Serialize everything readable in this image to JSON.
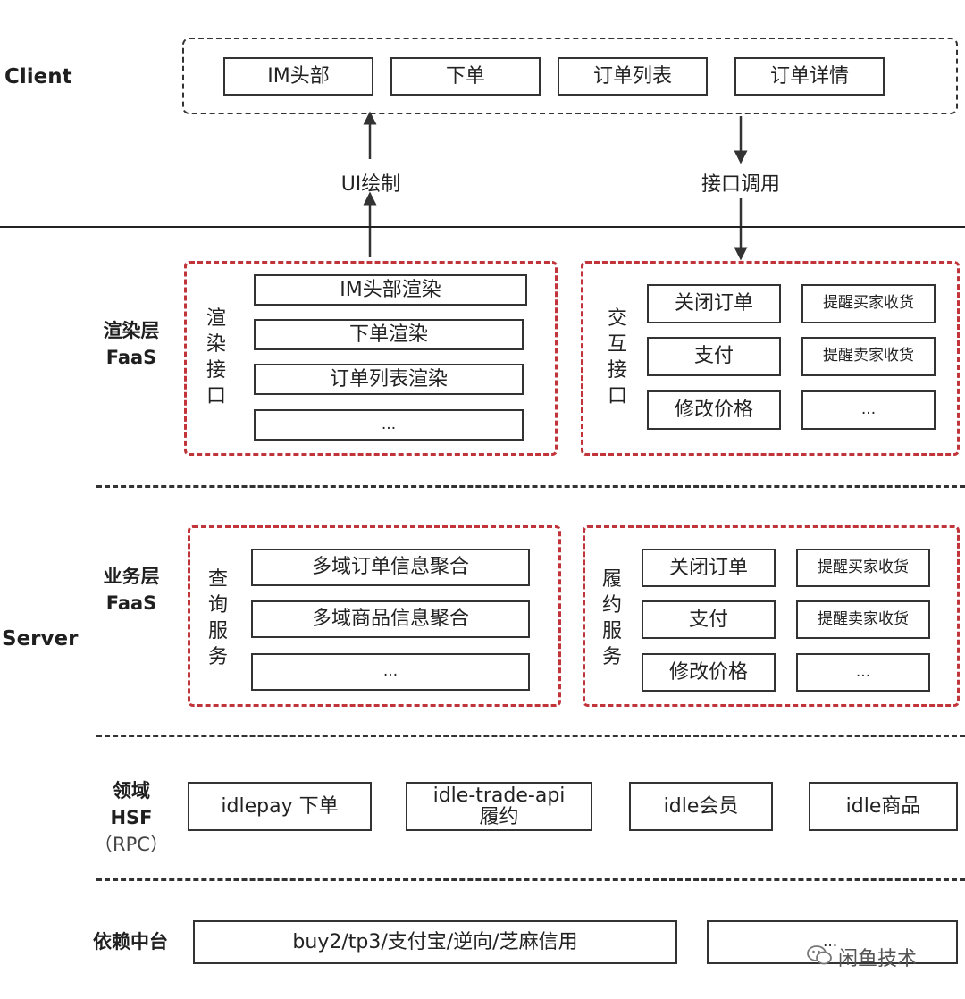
{
  "client": {
    "label": "Client",
    "items": [
      "IM头部",
      "下单",
      "订单列表",
      "订单详情"
    ]
  },
  "arrows": {
    "ui_draw": "UI绘制",
    "api_call": "接口调用"
  },
  "server_label": "Server",
  "render_layer": {
    "label": [
      "渲染层",
      "FaaS"
    ],
    "left": {
      "title_chars": [
        "渲",
        "染",
        "接",
        "口"
      ],
      "items": [
        "IM头部渲染",
        "下单渲染",
        "订单列表渲染",
        "..."
      ]
    },
    "right": {
      "title_chars": [
        "交",
        "互",
        "接",
        "口"
      ],
      "items_left": [
        "关闭订单",
        "支付",
        "修改价格"
      ],
      "items_right": [
        "提醒买家收货",
        "提醒卖家收货",
        "..."
      ]
    }
  },
  "business_layer": {
    "label": [
      "业务层",
      "FaaS"
    ],
    "left": {
      "title_chars": [
        "查",
        "询",
        "服",
        "务"
      ],
      "items": [
        "多域订单信息聚合",
        "多域商品信息聚合",
        "..."
      ]
    },
    "right": {
      "title_chars": [
        "履",
        "约",
        "服",
        "务"
      ],
      "items_left": [
        "关闭订单",
        "支付",
        "修改价格"
      ],
      "items_right": [
        "提醒买家收货",
        "提醒卖家收货",
        "..."
      ]
    }
  },
  "domain_layer": {
    "label": [
      "领域",
      "HSF",
      "（RPC）"
    ],
    "items": [
      "idlepay 下单",
      "idle-trade-api\n履约",
      "idle会员",
      "idle商品"
    ]
  },
  "platform_layer": {
    "label": "依赖中台",
    "items": [
      "buy2/tp3/支付宝/逆向/芝麻信用",
      "..."
    ]
  },
  "watermark": "闲鱼技术"
}
